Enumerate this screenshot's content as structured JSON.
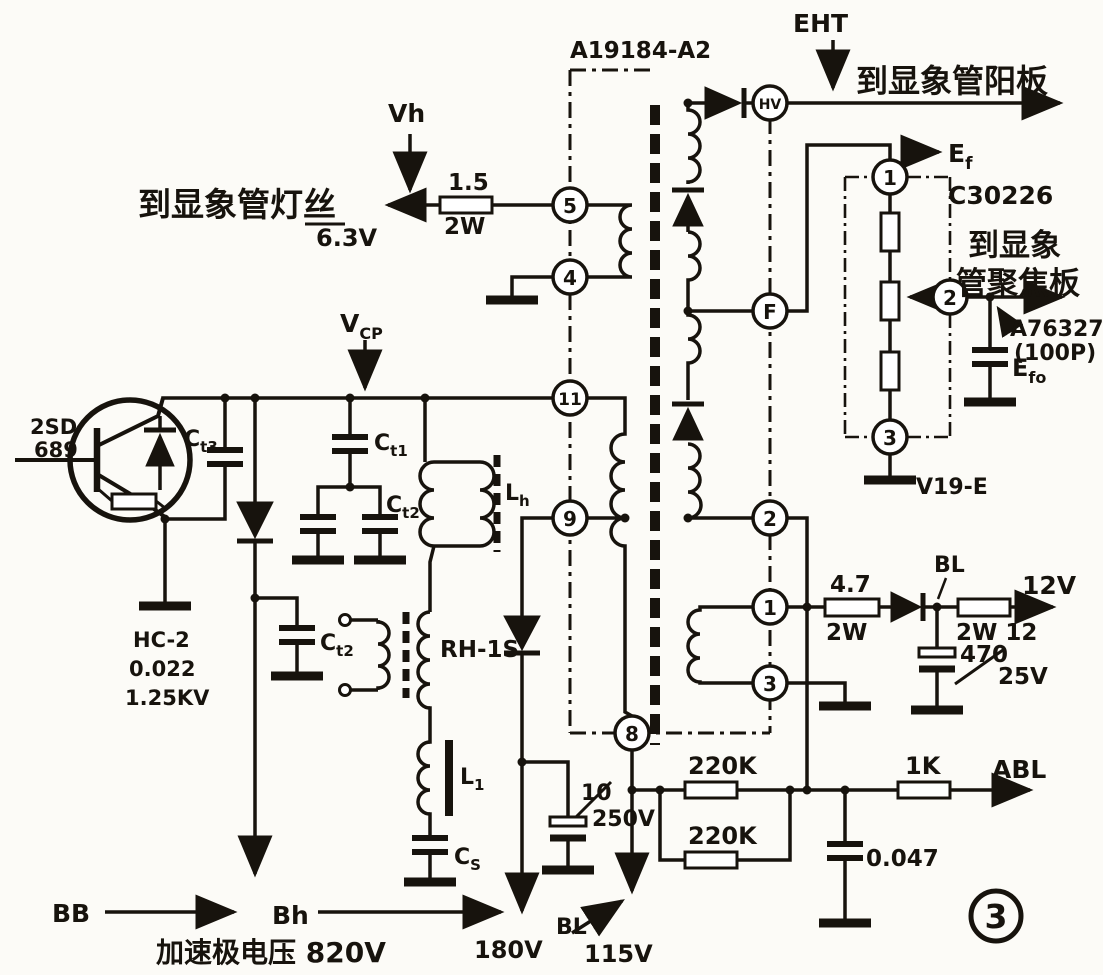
{
  "title": {
    "part_no": "A19184-A2",
    "fig_no": "3"
  },
  "terminals": {
    "hv": "HV",
    "f": "F",
    "t5": "5",
    "t4": "4",
    "t11": "11",
    "t9": "9",
    "t8": "8",
    "t2": "2",
    "t1": "1",
    "t3": "3",
    "focus1": "1",
    "focus2": "2",
    "focus3": "3"
  },
  "labels": {
    "eht": "EHT",
    "to_anode": "到显象管阳板",
    "vh": "Vh",
    "to_filament": "到显象管灯丝",
    "filament_v": "6.3V",
    "vcp": {
      "base": "V",
      "sub": "CP"
    },
    "ef": {
      "base": "E",
      "sub": "f"
    },
    "efo": {
      "base": "E",
      "sub": "fo"
    },
    "to_focus_1": "到显象",
    "to_focus_2": "管聚焦板",
    "focus_unit": "C30226",
    "focus_cap_name": "A76327",
    "focus_cap_value": "(100P)",
    "v19e": "V19-E",
    "bb": "BB",
    "bh": "Bh",
    "accel": "加速极电压 820V",
    "v180": "180V",
    "bl_bottom": "BL",
    "v115": "115V",
    "v12": "12V",
    "bl_right": "BL",
    "abl": "ABL"
  },
  "components": {
    "transistor": {
      "line1": "2SD",
      "line2": "689"
    },
    "r_filament": {
      "value": "1.5",
      "power": "2W"
    },
    "ct3": {
      "base": "C",
      "sub": "t3"
    },
    "ct1": {
      "base": "C",
      "sub": "t1"
    },
    "ct2a": {
      "base": "C",
      "sub": "t2"
    },
    "ct2b": {
      "base": "C",
      "sub": "t2"
    },
    "lh": {
      "base": "L",
      "sub": "h"
    },
    "rh1s": "RH-1S",
    "l1": {
      "base": "L",
      "sub": "1"
    },
    "cs": {
      "base": "C",
      "sub": "S"
    },
    "hc2": {
      "line1": "HC-2",
      "line2": "0.022",
      "line3": "1.25KV"
    },
    "c10": {
      "value": "10",
      "voltage": "250V"
    },
    "r220k_top": "220K",
    "r220k_bottom": "220K",
    "r1k": "1K",
    "c0047": "0.047",
    "r47": {
      "value": "4.7",
      "power": "2W"
    },
    "r2w12": "2W 12",
    "c470": {
      "value": "470",
      "voltage": "25V"
    }
  }
}
